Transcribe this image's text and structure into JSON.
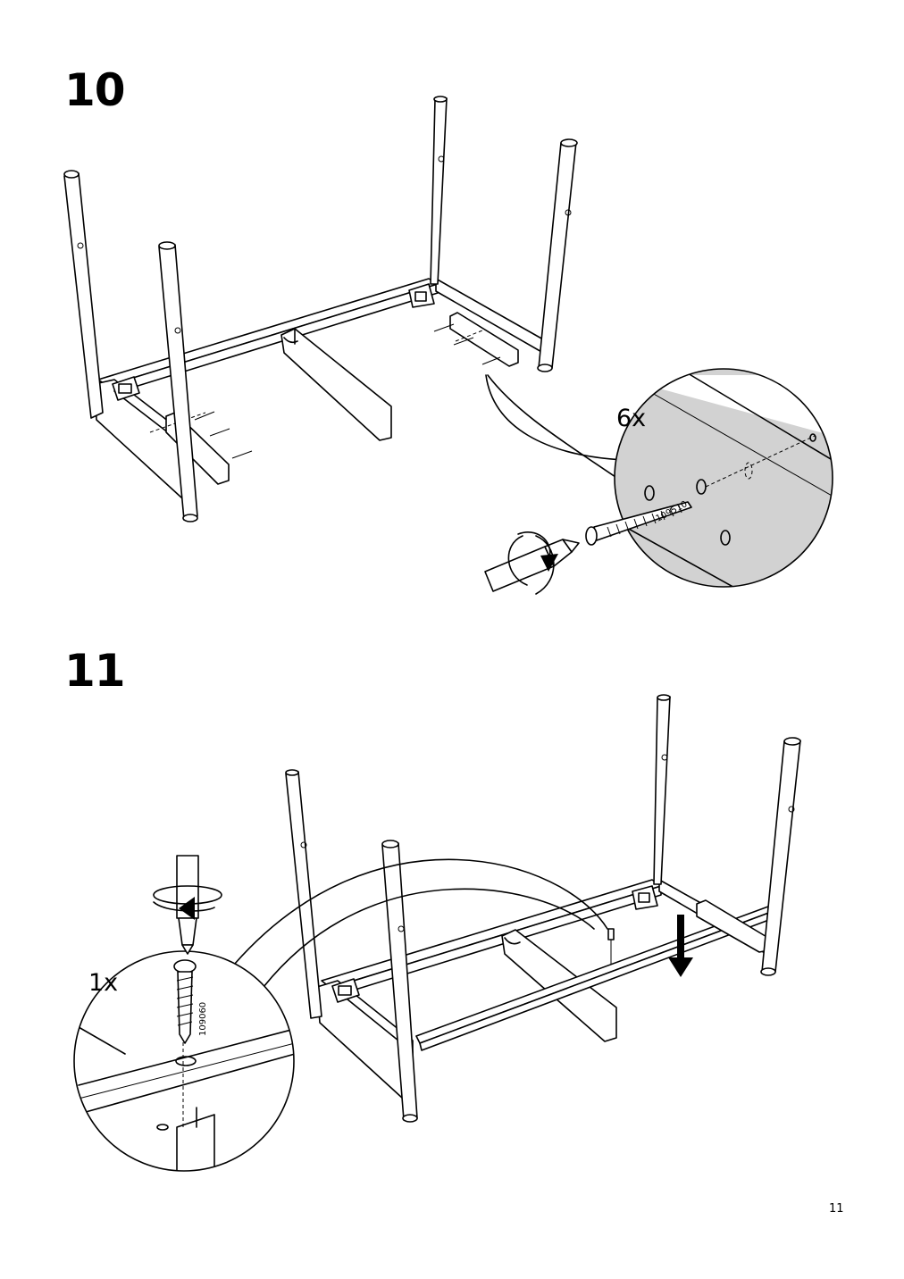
{
  "steps": [
    {
      "number": "10",
      "quantity": "6x",
      "part_number": "109510"
    },
    {
      "number": "11",
      "quantity": "1x",
      "part_number": "109060"
    }
  ],
  "page_number": "11",
  "icons": {
    "step10_tool": "screwdriver-icon",
    "step11_tool": "screwdriver-icon",
    "rotate": "rotate-arrow-icon",
    "down": "down-arrow-icon"
  },
  "colors": {
    "detail_fill": "#d2d2d2",
    "line": "#000000",
    "background": "#ffffff"
  }
}
